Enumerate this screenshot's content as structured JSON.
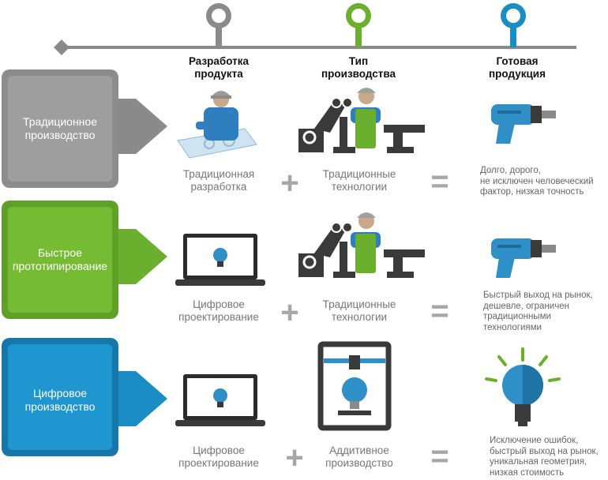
{
  "timeline": {
    "colors": [
      "#8a8a8a",
      "#6ab02e",
      "#1a8dc4"
    ],
    "icons": [
      "pin-marker-icon",
      "pin-marker-icon",
      "pin-marker-icon"
    ]
  },
  "columns": [
    {
      "header": "Разработка\nпродукта"
    },
    {
      "header": "Тип\nпроизводства"
    },
    {
      "header": "Готовая\nпродукция"
    }
  ],
  "operators": {
    "plus": "+",
    "equals": "="
  },
  "rows": [
    {
      "label": "Традиционное\nпроизводство",
      "color": "#8c8c8c",
      "design_caption": "Традиционная\nразработка",
      "design_icon": "engineer-blueprint-icon",
      "production_caption": "Традиционные\nтехнологии",
      "production_icon": "worker-machine-icon",
      "product_icon": "drill-icon",
      "result": "Долго, дорого,\nне исключен человеческий\nфактор, низкая точность"
    },
    {
      "label": "Быстрое\nпрототипирование",
      "color": "#6ab02e",
      "design_caption": "Цифровое\nпроектирование",
      "design_icon": "laptop-lightbulb-icon",
      "production_caption": "Традиционные\nтехнологии",
      "production_icon": "worker-machine-icon",
      "product_icon": "drill-icon",
      "result": "Быстрый выход на рынок,\nдешевле, ограничен\nтрадиционными\nтехнологиями"
    },
    {
      "label": "Цифровое\nпроизводство",
      "color": "#1a8dc4",
      "design_caption": "Цифровое\nпроектирование",
      "design_icon": "laptop-lightbulb-icon",
      "production_caption": "Аддитивное\nпроизводство",
      "production_icon": "3d-printer-icon",
      "product_icon": "lightbulb-icon",
      "result": "Исключение ошибок,\nбыстрый выход на рынок,\nуникальная геометрия,\nнизкая стоимость"
    }
  ]
}
